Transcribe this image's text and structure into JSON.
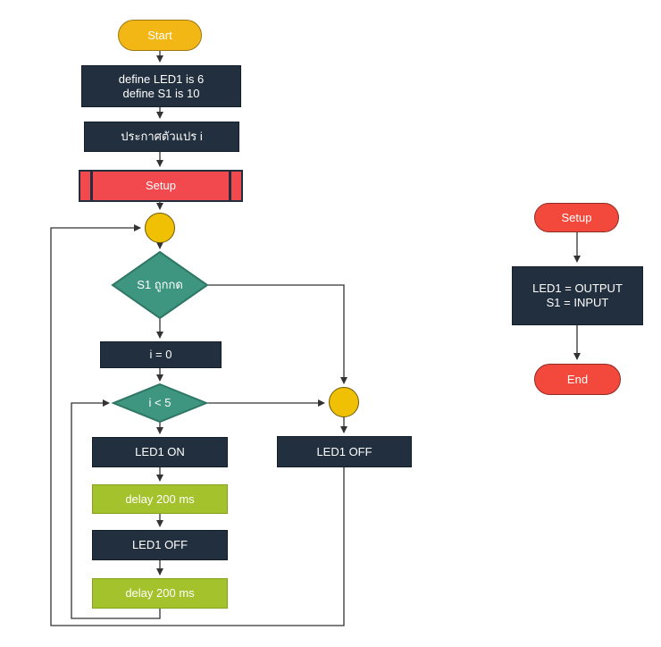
{
  "colors": {
    "process_fill": "#222F3E",
    "process_border": "#141E29",
    "terminator_yellow_fill": "#F2B715",
    "terminator_yellow_border": "#9C7A11",
    "connector_circle_fill": "#F0C004",
    "connector_circle_border": "#6E5A0A",
    "predefined_red_fill": "#F2494E",
    "predefined_red_border": "#222F3E",
    "terminator_red_fill": "#F2493C",
    "terminator_red_border": "#8E2B22",
    "decision_teal_fill": "#3E9680",
    "decision_teal_border": "#2F7765",
    "delay_green_fill": "#A4C22B",
    "delay_green_border": "#85A21C",
    "connector_line": "#333333",
    "text_color": "#FFFFFF"
  },
  "loop_flowchart": {
    "start": "Start",
    "define_line1": "define LED1 is 6",
    "define_line2": "define S1 is 10",
    "declare_variable": "ประกาศตัวแปร i",
    "setup_call": "Setup",
    "decision_s1_pressed": "S1 ถูกกด",
    "init_i": "i = 0",
    "decision_i_less_5": "i < 5",
    "led1_on": "LED1 ON",
    "delay_1": "delay 200 ms",
    "led1_off": "LED1 OFF",
    "delay_2": "delay 200 ms",
    "led1_off_else": "LED1 OFF"
  },
  "setup_flowchart": {
    "start": "Setup",
    "config_line1": "LED1 = OUTPUT",
    "config_line2": "S1 = INPUT",
    "end": "End"
  }
}
